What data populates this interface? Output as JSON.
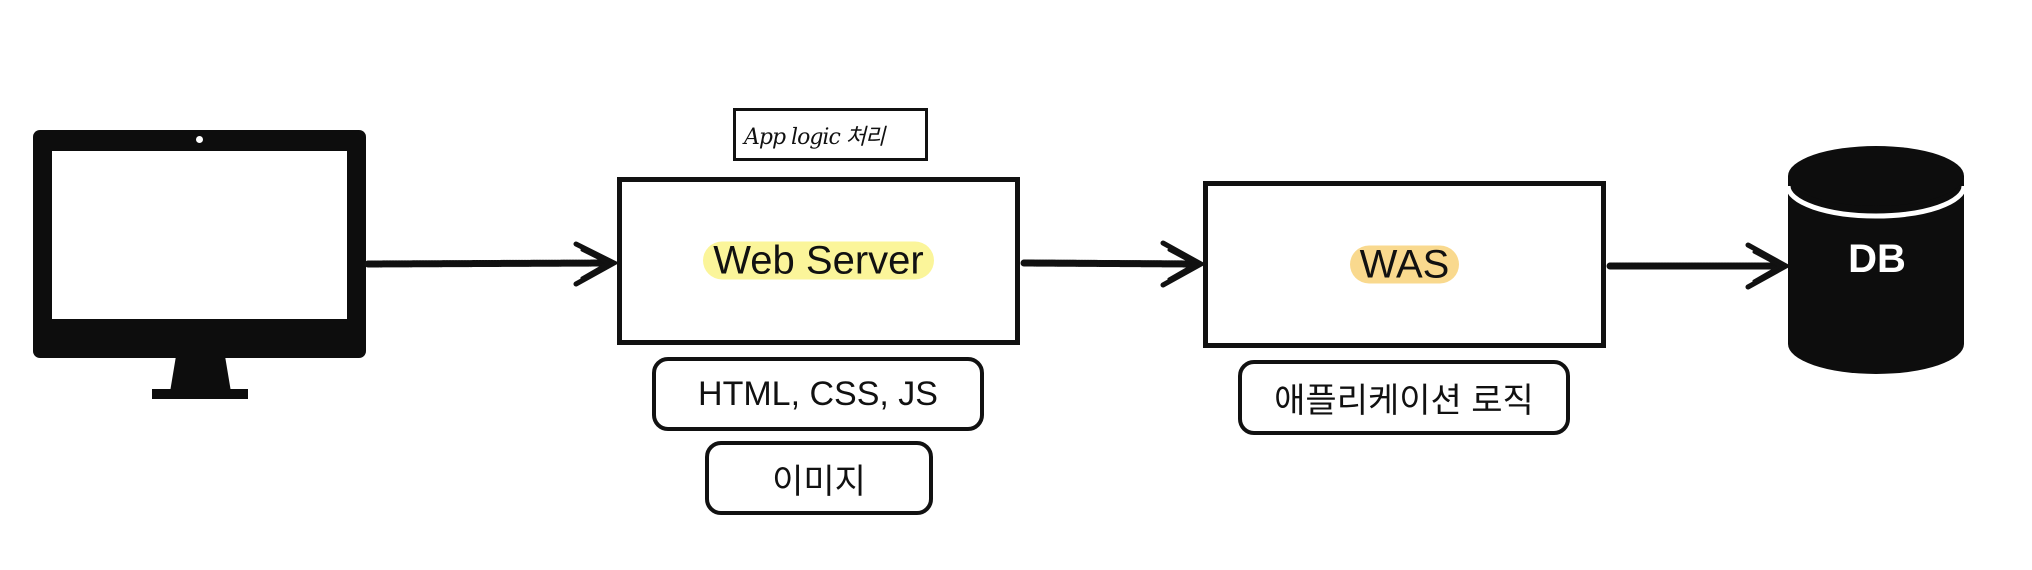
{
  "diagram": {
    "note": "App logic 처리",
    "web_server": {
      "label": "Web Server",
      "highlight_color": "#fbf59a",
      "items": [
        "HTML, CSS, JS",
        "이미지"
      ]
    },
    "was": {
      "label": "WAS",
      "highlight_color": "#f9d98e",
      "items": [
        "애플리케이션 로직"
      ]
    },
    "db": {
      "label": "DB"
    },
    "flow": [
      "client-monitor",
      "web-server",
      "was",
      "db"
    ]
  }
}
